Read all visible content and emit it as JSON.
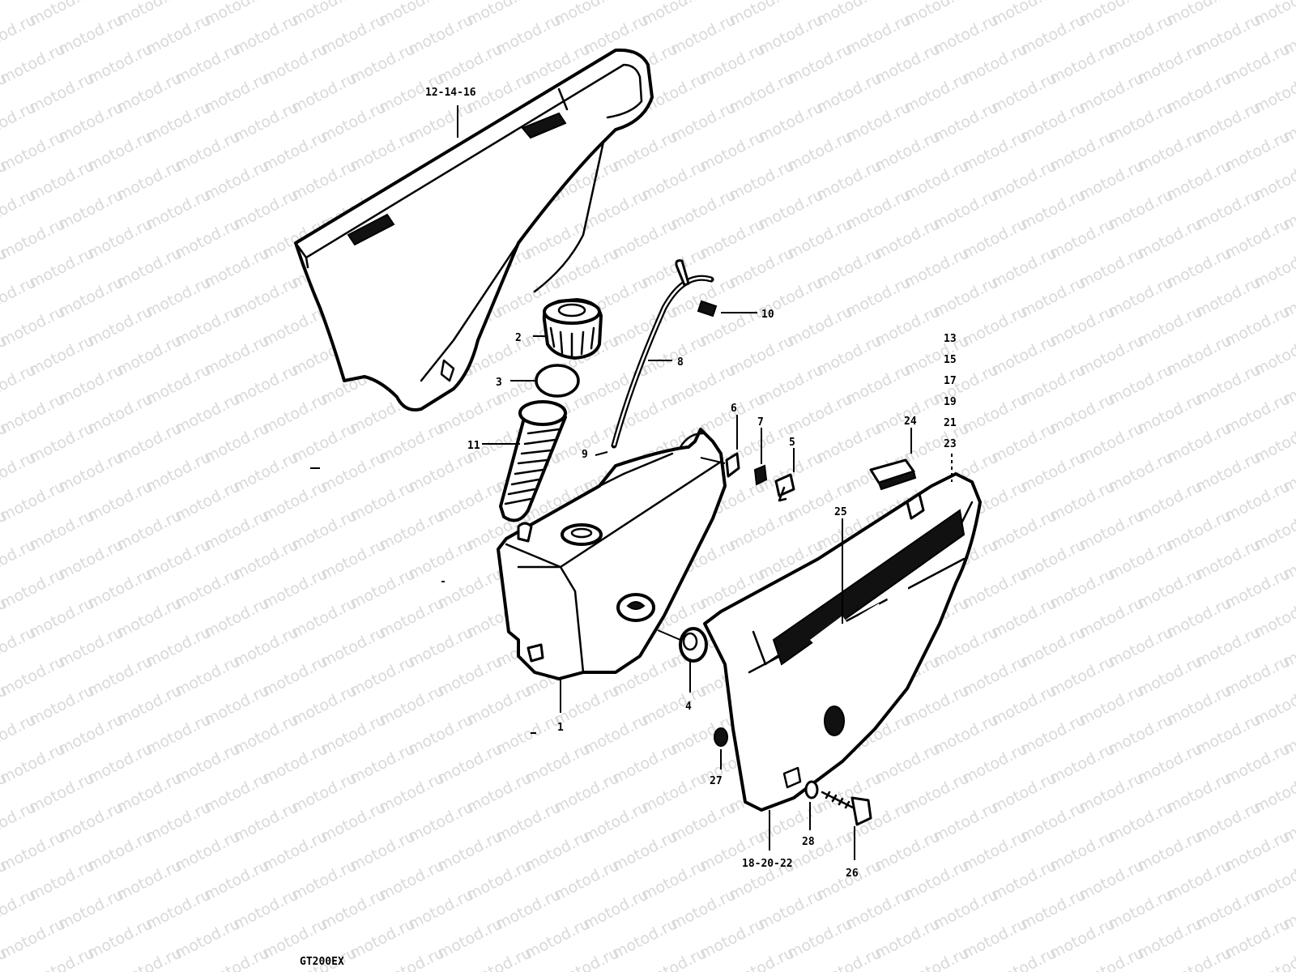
{
  "watermark": "motod.ru",
  "diagram_code": "GT200EX",
  "labels": {
    "l12_14_16": "12-14-16",
    "l1": "1",
    "l2": "2",
    "l3": "3",
    "l4": "4",
    "l5": "5",
    "l6": "6",
    "l7": "7",
    "l8": "8",
    "l9": "9",
    "l10": "10",
    "l11": "11",
    "l13": "13",
    "l15": "15",
    "l17": "17",
    "l19": "19",
    "l21": "21",
    "l23": "23",
    "l24": "24",
    "l25": "25",
    "l26": "26",
    "l27": "27",
    "l28": "28",
    "l18_20_22": "18-20-22"
  }
}
